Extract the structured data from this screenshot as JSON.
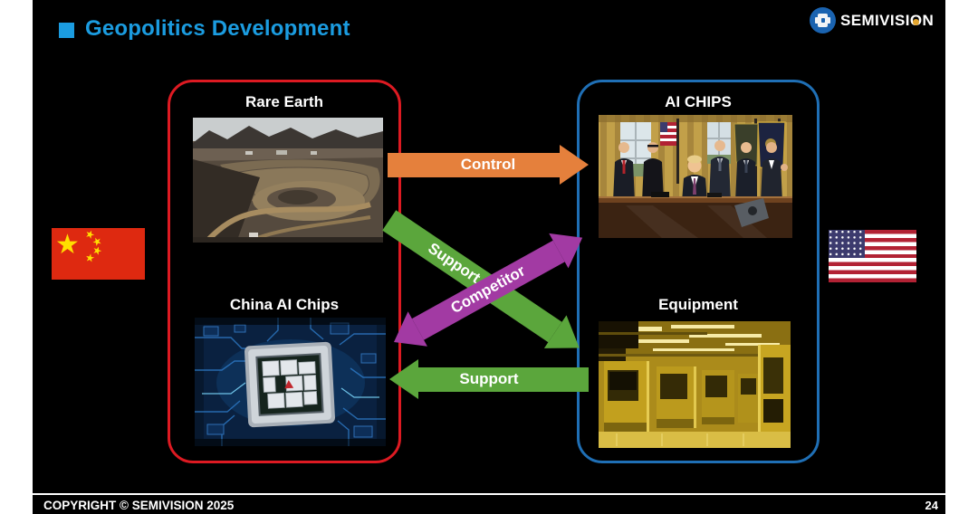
{
  "slide": {
    "title": "Geopolitics Development",
    "footer": "COPYRIGHT © SEMIVISION 2025",
    "page_number": "24"
  },
  "logo": {
    "brand_pre": "SEMIVISI",
    "brand_o": "O",
    "brand_post": "N"
  },
  "left_box": {
    "country": "China",
    "top_label": "Rare Earth",
    "bottom_label": "China AI Chips"
  },
  "right_box": {
    "country": "USA",
    "top_label": "AI CHIPS",
    "bottom_label": "Equipment"
  },
  "arrows": {
    "control_label": "Control",
    "support_diagonal_label": "Support",
    "competitor_label": "Competitor",
    "support_horizontal_label": "Support"
  },
  "colors": {
    "title_blue": "#1b9ce0",
    "china_border_red": "#dd1a22",
    "usa_border_blue": "#1f6fb5",
    "arrow_orange": "#e5803c",
    "arrow_green": "#5ba63c",
    "arrow_purple": "#a23aa3",
    "logo_circle_blue": "#1a63b0",
    "logo_dot_gold": "#e3a52f",
    "china_flag_red": "#de2910",
    "china_flag_star_yellow": "#ffde00",
    "us_flag_red": "#b22234",
    "us_flag_blue": "#3c3b6e"
  }
}
